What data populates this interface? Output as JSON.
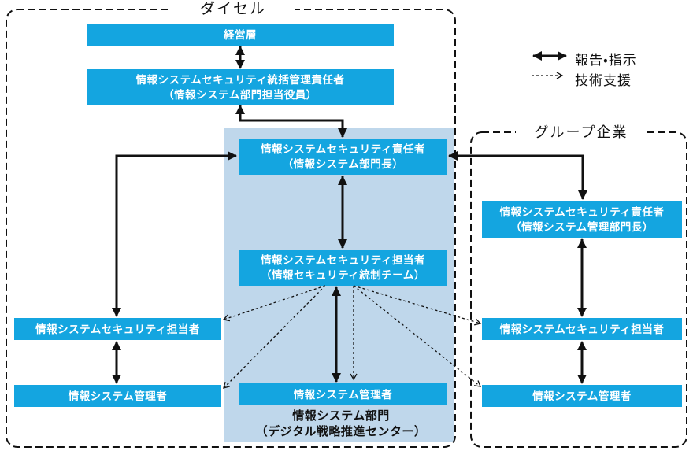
{
  "title_labels": {
    "daicel": "ダイセル",
    "group": "グループ企業"
  },
  "legend": {
    "report_label": "報告・指示",
    "support_label": "技術支援"
  },
  "colors": {
    "node_fill": "#14A5E0",
    "panel_fill": "#BFD7EB",
    "node_text": "#FFFFFF",
    "arrow": "#111111"
  },
  "nodes": {
    "management": {
      "line1": "経営層"
    },
    "security_supervisor": {
      "line1": "情報システムセキュリティ統括管理責任者",
      "line2": "（情報システム部門担当役員）"
    },
    "daicel_security_manager": {
      "line1": "情報システムセキュリティ責任者",
      "line2": "（情報システム部門長）"
    },
    "daicel_security_staff": {
      "line1": "情報システムセキュリティ担当者",
      "line2": "（情報セキュリティ統制チーム）"
    },
    "daicel_system_admin": {
      "line1": "情報システム管理者"
    },
    "left_security_staff": {
      "line1": "情報システムセキュリティ担当者"
    },
    "left_system_admin": {
      "line1": "情報システム管理者"
    },
    "group_security_manager": {
      "line1": "情報システムセキュリティ責任者",
      "line2": "（情報システム管理部門長）"
    },
    "group_security_staff": {
      "line1": "情報システムセキュリティ担当者"
    },
    "group_system_admin": {
      "line1": "情報システム管理者"
    }
  },
  "caption": {
    "line1": "情報システム部門",
    "line2": "（デジタル戦略推進センター）"
  }
}
